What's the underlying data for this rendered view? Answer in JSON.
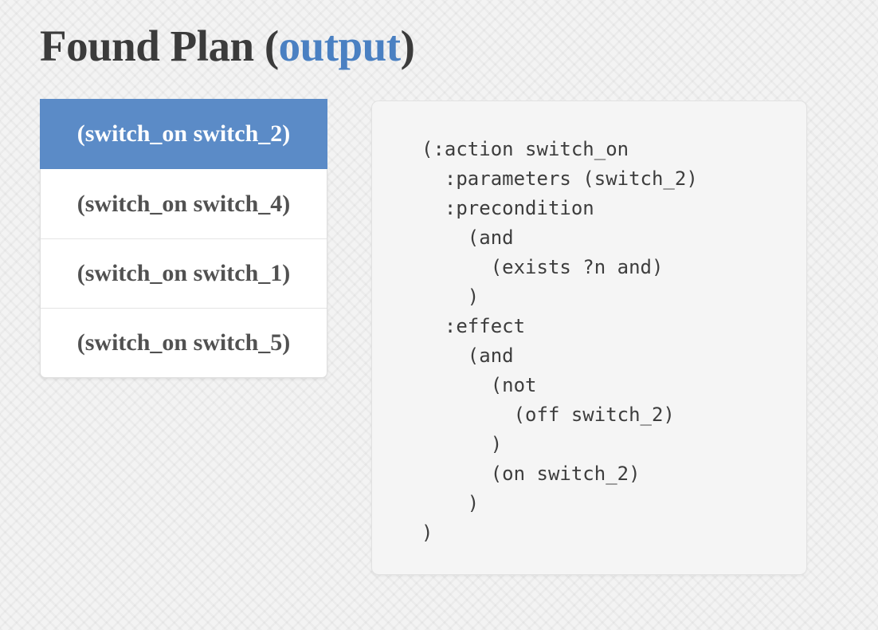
{
  "title": {
    "prefix": "Found Plan (",
    "highlight": "output",
    "suffix": ")"
  },
  "plan_list": {
    "selected_index": 0,
    "items": [
      {
        "label": "(switch_on switch_2)",
        "selected": true
      },
      {
        "label": "(switch_on switch_4)",
        "selected": false
      },
      {
        "label": "(switch_on switch_1)",
        "selected": false
      },
      {
        "label": "(switch_on switch_5)",
        "selected": false
      }
    ]
  },
  "code_panel": {
    "code": "(:action switch_on\n  :parameters (switch_2)\n  :precondition\n    (and\n      (exists ?n and)\n    )\n  :effect\n    (and\n      (not\n        (off switch_2)\n      )\n      (on switch_2)\n    )\n)"
  },
  "colors": {
    "accent_blue": "#5b8bc7",
    "title_blue": "#4a80c2",
    "title_dark": "#3b3b3b",
    "list_text": "#515151",
    "code_text": "#3d3d3d",
    "panel_bg": "#f5f5f5",
    "page_bg": "#f3f3f3"
  }
}
